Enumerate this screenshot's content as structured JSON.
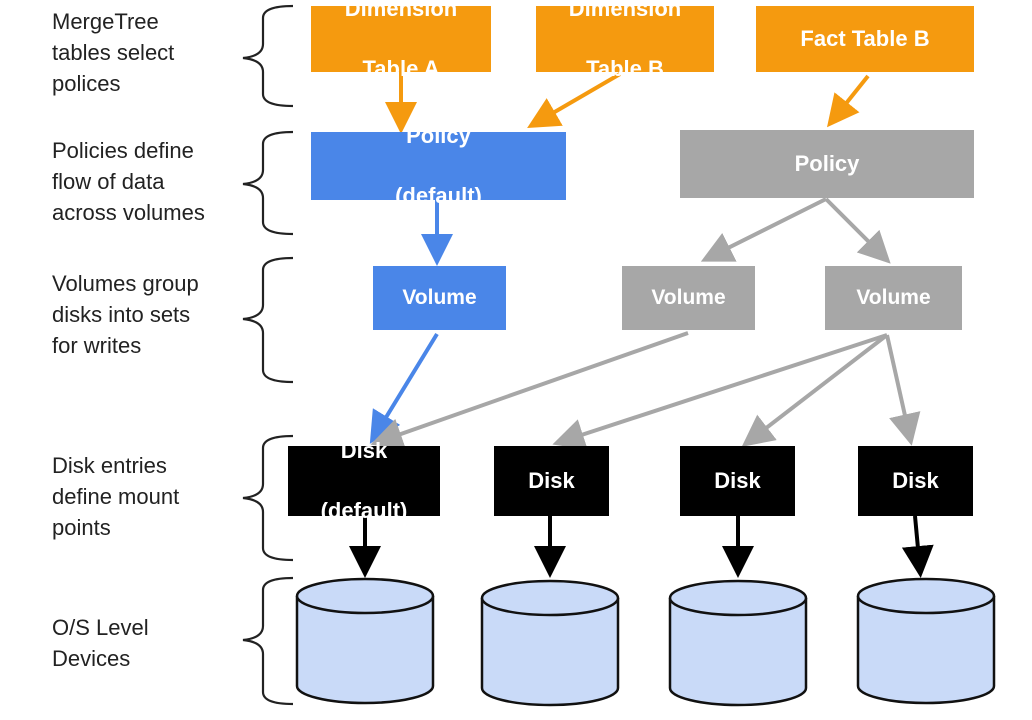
{
  "colors": {
    "table": "#f59a0f",
    "default_path": "#4a86e8",
    "other_path": "#a7a7a7",
    "disk": "#000000",
    "device_fill": "#c9daf8",
    "device_stroke": "#111111"
  },
  "layers": [
    {
      "id": "tables",
      "lines": [
        "MergeTree",
        "tables select",
        "polices"
      ]
    },
    {
      "id": "policies",
      "lines": [
        "Policies define",
        "flow of data",
        "across volumes"
      ]
    },
    {
      "id": "volumes",
      "lines": [
        "Volumes group",
        "disks into sets",
        "for writes"
      ]
    },
    {
      "id": "disks",
      "lines": [
        "Disk entries",
        "define  mount",
        "points"
      ]
    },
    {
      "id": "devices",
      "lines": [
        "O/S Level",
        "Devices"
      ]
    }
  ],
  "tables": [
    {
      "id": "dim-a",
      "lines": [
        "Dimension",
        "Table A"
      ]
    },
    {
      "id": "dim-b",
      "lines": [
        "Dimension",
        "Table B"
      ]
    },
    {
      "id": "fact-b",
      "lines": [
        "Fact Table B"
      ]
    }
  ],
  "policies": [
    {
      "id": "policy-default",
      "lines": [
        "Policy",
        "(default)"
      ]
    },
    {
      "id": "policy-2",
      "lines": [
        "Policy"
      ]
    }
  ],
  "volumes": [
    {
      "id": "volume-1",
      "label": "Volume"
    },
    {
      "id": "volume-2",
      "label": "Volume"
    },
    {
      "id": "volume-3",
      "label": "Volume"
    }
  ],
  "disks": [
    {
      "id": "disk-default",
      "lines": [
        "Disk",
        "(default)"
      ]
    },
    {
      "id": "disk-2",
      "lines": [
        "Disk"
      ]
    },
    {
      "id": "disk-3",
      "lines": [
        "Disk"
      ]
    },
    {
      "id": "disk-4",
      "lines": [
        "Disk"
      ]
    }
  ],
  "devices": [
    {
      "id": "device-1"
    },
    {
      "id": "device-2"
    },
    {
      "id": "device-3"
    },
    {
      "id": "device-4"
    }
  ]
}
